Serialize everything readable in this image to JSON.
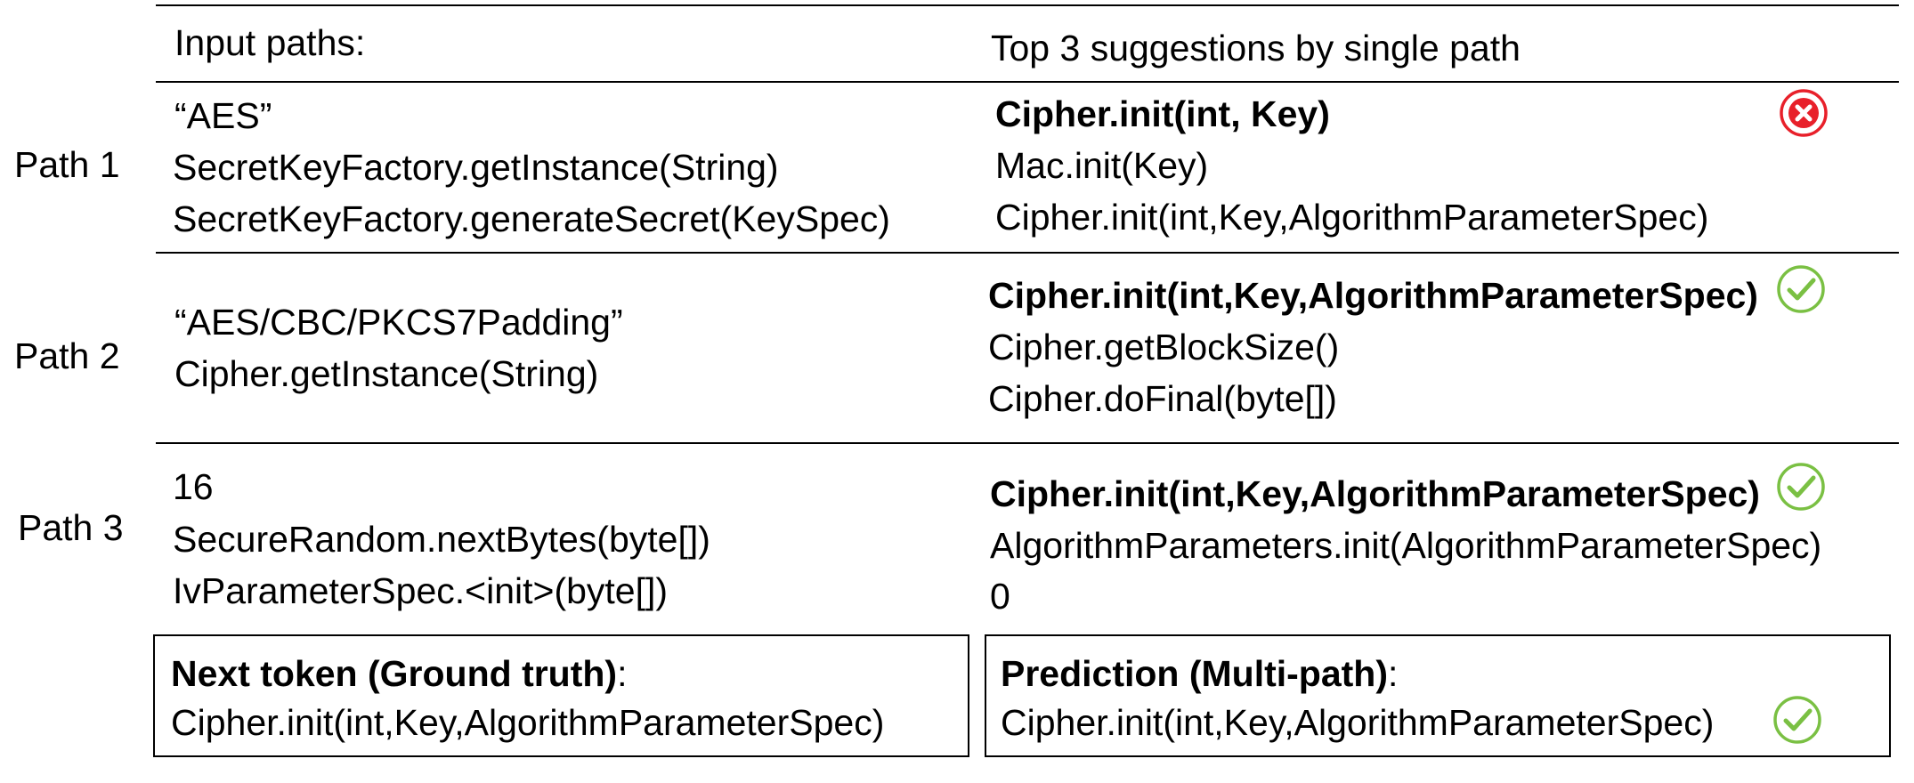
{
  "header": {
    "input_paths_label": "Input paths:",
    "suggestions_label": "Top 3 suggestions by single path"
  },
  "paths": [
    {
      "label": "Path 1",
      "inputs": [
        "“AES”",
        "SecretKeyFactory.getInstance(String)",
        "SecretKeyFactory.generateSecret(KeySpec)"
      ],
      "suggestions": [
        "Cipher.init(int, Key)",
        "Mac.init(Key)",
        "Cipher.init(int,Key,AlgorithmParameterSpec)"
      ],
      "result_icon": "wrong-icon"
    },
    {
      "label": "Path 2",
      "inputs": [
        "“AES/CBC/PKCS7Padding”",
        "Cipher.getInstance(String)"
      ],
      "suggestions": [
        "Cipher.init(int,Key,AlgorithmParameterSpec)",
        "Cipher.getBlockSize()",
        "Cipher.doFinal(byte[])"
      ],
      "result_icon": "check-icon"
    },
    {
      "label": "Path 3",
      "inputs": [
        "16",
        "SecureRandom.nextBytes(byte[])",
        "IvParameterSpec.<init>(byte[])"
      ],
      "suggestions": [
        "Cipher.init(int,Key,AlgorithmParameterSpec)",
        "AlgorithmParameters.init(AlgorithmParameterSpec)",
        "0"
      ],
      "result_icon": "check-icon"
    }
  ],
  "ground_truth": {
    "title": "Next token (Ground truth)",
    "colon": ":",
    "value": "Cipher.init(int,Key,AlgorithmParameterSpec)"
  },
  "prediction": {
    "title": "Prediction (Multi-path)",
    "colon": ":",
    "value": "Cipher.init(int,Key,AlgorithmParameterSpec)",
    "result_icon": "check-icon"
  },
  "colors": {
    "wrong": "#e8202a",
    "check": "#7ac043",
    "rule": "#000000"
  }
}
